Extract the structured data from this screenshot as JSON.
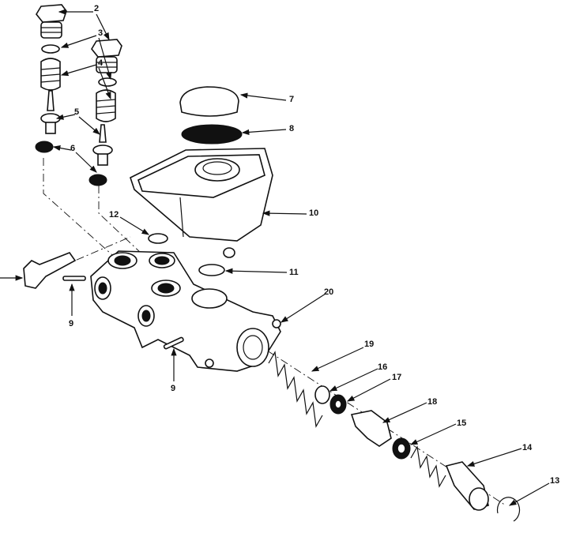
{
  "title": "Master cylinder exploded view",
  "callouts": [
    "2",
    "3",
    "4",
    "5",
    "6",
    "7",
    "8",
    "10",
    "11",
    "12",
    "9",
    "9",
    "20",
    "19",
    "16",
    "17",
    "18",
    "15",
    "14",
    "13"
  ]
}
